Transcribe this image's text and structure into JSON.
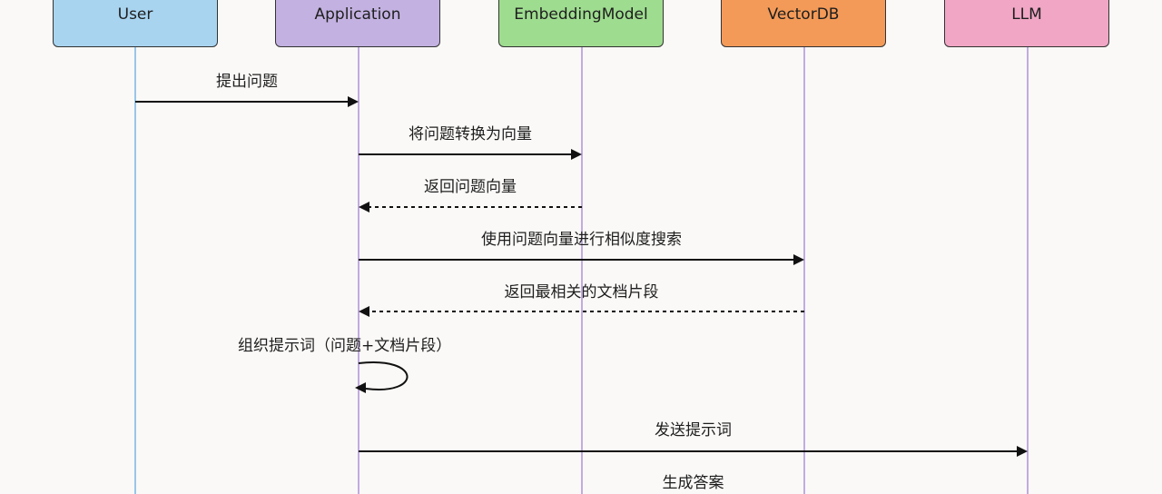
{
  "participants": [
    {
      "id": "user",
      "label": "User",
      "color": "#a8d4f0"
    },
    {
      "id": "app",
      "label": "Application",
      "color": "#c3b1e1"
    },
    {
      "id": "embed",
      "label": "EmbeddingModel",
      "color": "#9edc8f"
    },
    {
      "id": "vdb",
      "label": "VectorDB",
      "color": "#f39a58"
    },
    {
      "id": "llm",
      "label": "LLM",
      "color": "#f0a6c4"
    }
  ],
  "messages": [
    {
      "from": "user",
      "to": "app",
      "label": "提出问题",
      "style": "solid"
    },
    {
      "from": "app",
      "to": "embed",
      "label": "将问题转换为向量",
      "style": "solid"
    },
    {
      "from": "embed",
      "to": "app",
      "label": "返回问题向量",
      "style": "dashed"
    },
    {
      "from": "app",
      "to": "vdb",
      "label": "使用问题向量进行相似度搜索",
      "style": "solid"
    },
    {
      "from": "vdb",
      "to": "app",
      "label": "返回最相关的文档片段",
      "style": "dashed"
    },
    {
      "from": "app",
      "to": "app",
      "label": "组织提示词（问题+文档片段）",
      "style": "self"
    },
    {
      "from": "app",
      "to": "llm",
      "label": "发送提示词",
      "style": "solid"
    },
    {
      "from": "llm",
      "to": "app",
      "label": "生成答案",
      "style": "solid"
    }
  ],
  "colors": {
    "lifeline_user": "#6fb0e0",
    "lifeline_app": "#a98ad8",
    "lifeline_embed": "#a98ad8",
    "lifeline_vdb": "#a98ad8",
    "lifeline_llm": "#a98ad8",
    "arrow": "#111111"
  }
}
